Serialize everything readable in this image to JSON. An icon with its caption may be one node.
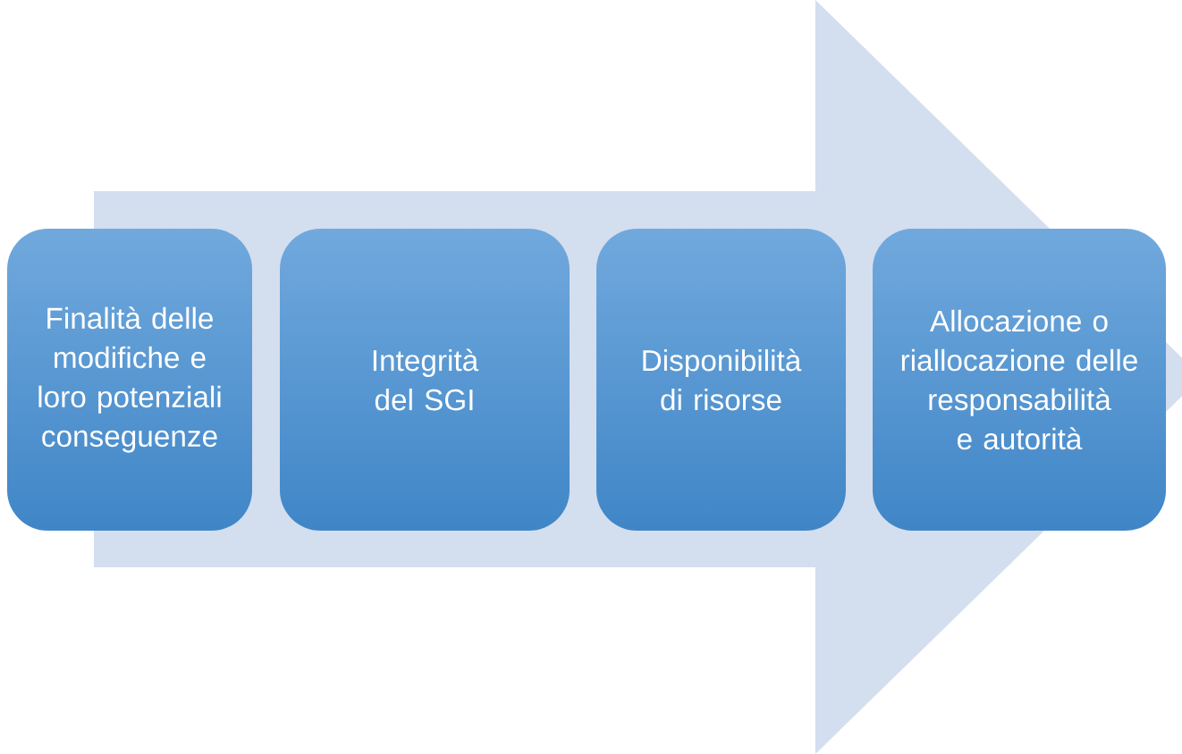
{
  "diagram": {
    "nodes": [
      {
        "text": [
          "Finalità delle modifiche e loro potenziali conseguenze"
        ]
      },
      {
        "text": [
          "Integrità del SGI"
        ]
      },
      {
        "text": [
          "Disponibilità di risorse"
        ]
      },
      {
        "text": [
          "Allocazione o riallocazione delle responsabilità e autorità"
        ]
      }
    ]
  }
}
